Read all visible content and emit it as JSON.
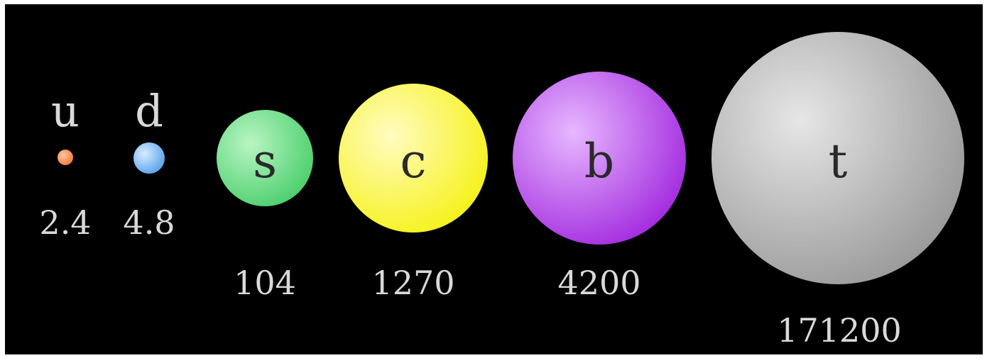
{
  "quarks": [
    {
      "symbol": "u",
      "mass": "2.4",
      "color": "#f47c3c"
    },
    {
      "symbol": "d",
      "mass": "4.8",
      "color": "#5aa4ec"
    },
    {
      "symbol": "s",
      "mass": "104",
      "color": "#4fd06f"
    },
    {
      "symbol": "c",
      "mass": "1270",
      "color": "#f6f21e"
    },
    {
      "symbol": "b",
      "mass": "4200",
      "color": "#a52fe0"
    },
    {
      "symbol": "t",
      "mass": "171200",
      "color": "#9c9c9c"
    }
  ],
  "background_color": "#000000"
}
